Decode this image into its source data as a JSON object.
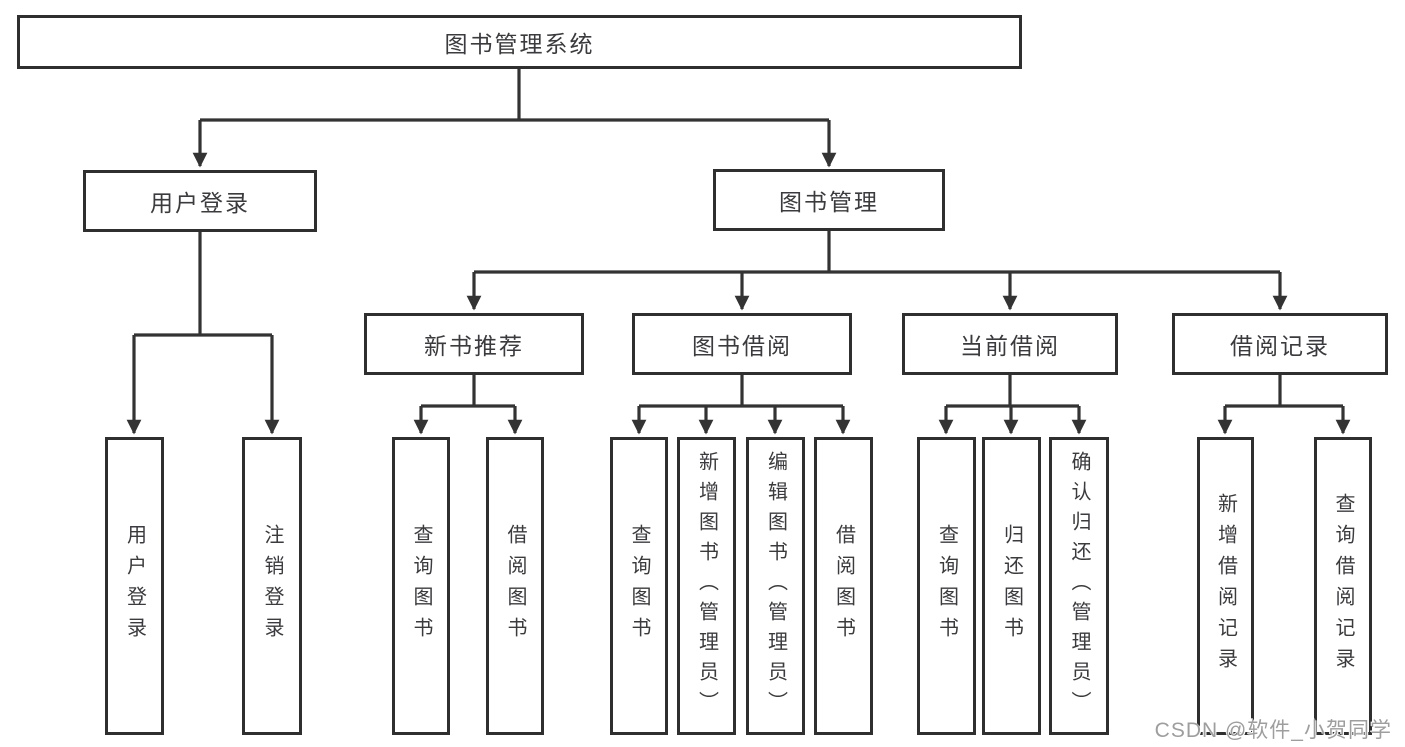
{
  "watermark": "CSDN @软件_小贺同学",
  "nodes": {
    "root": {
      "label": "图书管理系统"
    },
    "user_login": {
      "label": "用户登录"
    },
    "book_mgmt": {
      "label": "图书管理"
    },
    "login": {
      "label": "用户登录"
    },
    "logout": {
      "label": "注销登录"
    },
    "new_book_rec": {
      "label": "新书推荐"
    },
    "book_borrow": {
      "label": "图书借阅"
    },
    "current_borrow": {
      "label": "当前借阅"
    },
    "borrow_record": {
      "label": "借阅记录"
    },
    "rec_query_book": {
      "label": "查询图书"
    },
    "rec_borrow_book": {
      "label": "借阅图书"
    },
    "bb_query_book": {
      "label": "查询图书"
    },
    "bb_add_book": {
      "label": "新增图书（管理员）"
    },
    "bb_edit_book": {
      "label": "编辑图书（管理员）"
    },
    "bb_borrow_book": {
      "label": "借阅图书"
    },
    "cb_query_book": {
      "label": "查询图书"
    },
    "cb_return_book": {
      "label": "归还图书"
    },
    "cb_confirm_return": {
      "label": "确认归还（管理员）"
    },
    "br_add_record": {
      "label": "新增借阅记录"
    },
    "br_query_record": {
      "label": "查询借阅记录"
    }
  }
}
